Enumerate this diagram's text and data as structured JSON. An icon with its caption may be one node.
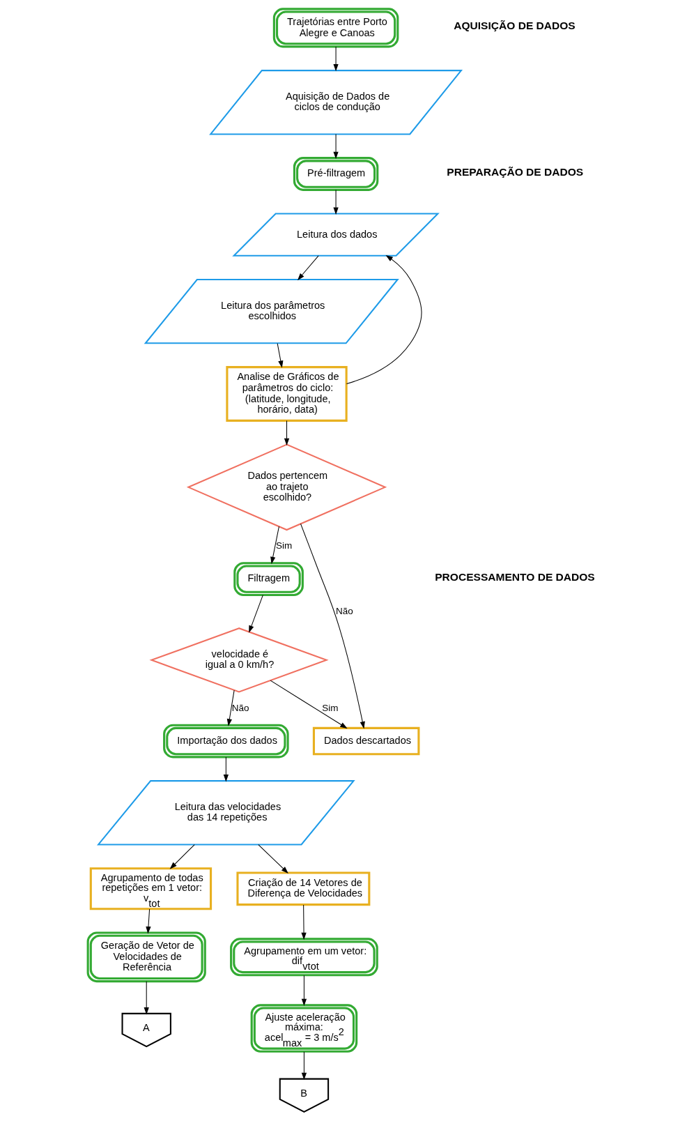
{
  "diagram": {
    "nodes": [
      {
        "text": [
          "Trajetórias entre Porto Alegre e Canoas"
        ]
      },
      {
        "text": [
          "Aquisição de Dados de ciclos de condução"
        ]
      },
      {
        "text": [
          "Pré-filtragem"
        ]
      },
      {
        "text": [
          "Leitura dos dados"
        ]
      },
      {
        "text": [
          "Analise de Gráficos de parâmetros do ciclo: (latitude, longitude, horário, data)"
        ]
      },
      {
        "text": [
          "Leitura dos parâmetros escolhidos"
        ]
      },
      {
        "text": [
          "Dados pertencem ao trajeto escolhido?"
        ]
      },
      {
        "text": [
          "Filtragem"
        ]
      },
      {
        "text": [
          "Dados descartados"
        ]
      },
      {
        "text": [
          "velocidade é igual a 0 km/h?"
        ]
      },
      {
        "text": [
          "Importação dos dados"
        ]
      },
      {
        "text": [
          "Leitura das velocidades das 14 repetições"
        ]
      },
      {
        "text": [
          "Agrupamento de todas repetições em 1 vetor:",
          "v$_{tot}$"
        ]
      },
      {
        "text": [
          "Criação de 14 Vetores de Diferença de Velocidades"
        ]
      },
      {
        "text": [
          "Geração de Vetor de Velocidades de Referência"
        ]
      },
      {
        "text": [
          "Agrupamento em um vetor:",
          "dif$_{vtot}$"
        ]
      },
      {
        "text": [
          "Ajuste aceleração máxima:",
          "acel$_{max}$ = 3 m/s$^{2}$"
        ]
      },
      {
        "text": [
          "A"
        ]
      },
      {
        "text": [
          "B"
        ]
      }
    ],
    "edges": [
      {
        "from": 0,
        "to": 1,
        "arrow": "to"
      },
      {
        "from": 1,
        "to": 2,
        "arrow": "to"
      },
      {
        "from": 2,
        "to": 3,
        "arrow": "to"
      },
      {
        "from": 3,
        "to": 5,
        "arrow": "to"
      },
      {
        "from": 5,
        "to": 4,
        "arrow": "to"
      },
      {
        "from": 4,
        "to": 3,
        "arrow": "to"
      },
      {
        "from": 4,
        "to": 6,
        "arrow": "to"
      },
      {
        "from": 6,
        "to": 7,
        "arrow": "to",
        "label": "Sim"
      },
      {
        "from": 6,
        "to": 8,
        "arrow": "to",
        "label": "Não"
      },
      {
        "from": 7,
        "to": 9,
        "arrow": "to"
      },
      {
        "from": 9,
        "to": 10,
        "arrow": "to",
        "label": "Não"
      },
      {
        "from": 9,
        "to": 8,
        "arrow": "to",
        "label": "Sim"
      },
      {
        "from": 10,
        "to": 11,
        "arrow": "to"
      },
      {
        "from": 11,
        "to": 12,
        "arrow": "to"
      },
      {
        "from": 11,
        "to": 13,
        "arrow": "to"
      },
      {
        "from": 12,
        "to": 14,
        "arrow": "to"
      },
      {
        "from": 13,
        "to": 15,
        "arrow": "to"
      },
      {
        "from": 15,
        "to": 16,
        "arrow": "to"
      },
      {
        "from": 14,
        "to": 17,
        "arrow": "to"
      },
      {
        "from": 16,
        "to": 18,
        "arrow": "to"
      }
    ],
    "labels": [
      "AQUISIÇÃO DE DADOS",
      "PREPARAÇÃO DE DADOS",
      "PROCESSAMENTO DE DADOS"
    ]
  }
}
